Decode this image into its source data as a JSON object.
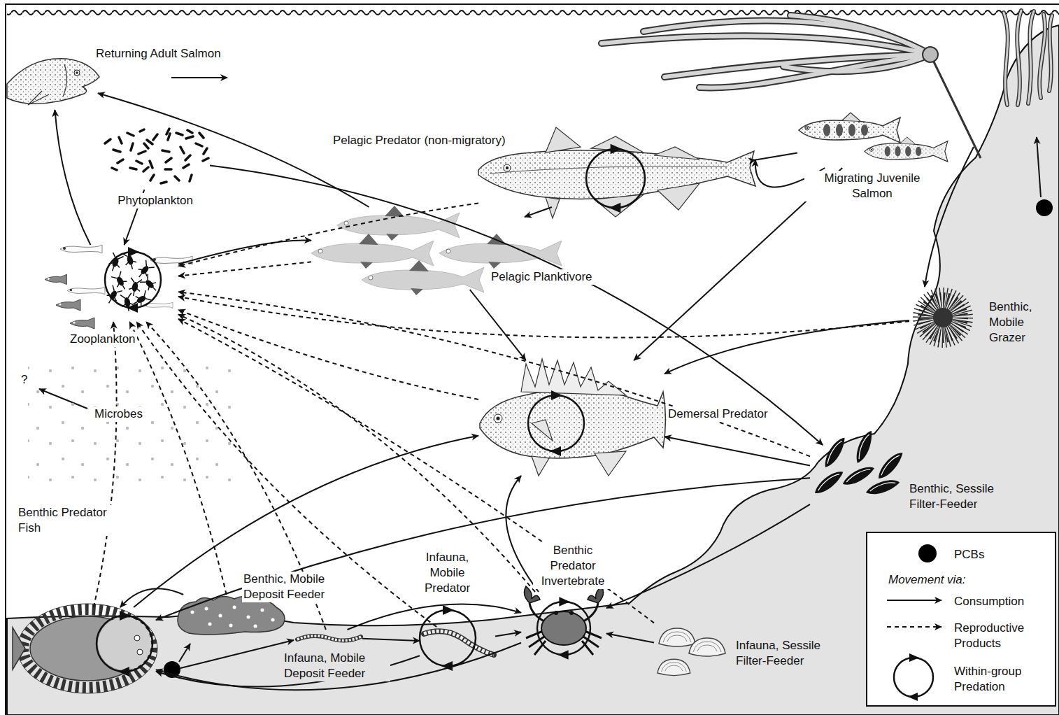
{
  "diagram": {
    "nodes": [
      {
        "text": [
          "Returning Adult Salmon"
        ]
      },
      {
        "text": [
          "Phytoplankton"
        ]
      },
      {
        "text": [
          "Pelagic Predator (non-migratory)"
        ]
      },
      {
        "text": [
          "Migrating Juvenile Salmon"
        ]
      },
      {
        "text": [
          "Pelagic Planktivore"
        ]
      },
      {
        "text": [
          "Zooplankton"
        ]
      },
      {
        "text": [
          "Benthic, Mobile Grazer"
        ]
      },
      {
        "text": [
          "Microbes"
        ]
      },
      {
        "text": [
          "Demersal Predator"
        ]
      },
      {
        "text": [
          "Benthic, Sessile Filter-Feeder"
        ]
      },
      {
        "text": [
          "Benthic Predator Fish"
        ]
      },
      {
        "text": [
          "Benthic, Mobile Deposit Feeder"
        ]
      },
      {
        "text": [
          "Infauna, Mobile Predator"
        ]
      },
      {
        "text": [
          "Benthic Predator Invertebrate"
        ]
      },
      {
        "text": [
          "Infauna, Mobile Deposit Feeder"
        ]
      },
      {
        "text": [
          "Infauna, Sessile Filter-Feeder"
        ]
      }
    ],
    "edges": [
      {
        "from": 5,
        "to": 0,
        "arrow": "to"
      },
      {
        "from": 4,
        "to": 0,
        "arrow": "to"
      },
      {
        "from": 1,
        "to": 5,
        "arrow": "to"
      },
      {
        "from": 1,
        "to": 9,
        "arrow": "to"
      },
      {
        "from": 5,
        "to": 4,
        "arrow": "to"
      },
      {
        "from": 4,
        "to": 2,
        "arrow": "to"
      },
      {
        "from": 3,
        "to": 2,
        "arrow": "to"
      },
      {
        "from": 3,
        "to": 2,
        "arrow": "to"
      },
      {
        "from": 3,
        "to": 8,
        "arrow": "to"
      },
      {
        "from": 4,
        "to": 8,
        "arrow": "to"
      },
      {
        "from": 6,
        "to": 8,
        "arrow": "to"
      },
      {
        "from": 9,
        "to": 8,
        "arrow": "to"
      },
      {
        "from": 9,
        "to": 10,
        "arrow": "to"
      },
      {
        "from": 9,
        "to": 13,
        "arrow": "to"
      },
      {
        "from": 10,
        "to": 8,
        "arrow": "to"
      },
      {
        "from": 13,
        "to": 8,
        "arrow": "to"
      },
      {
        "from": 11,
        "to": 10,
        "arrow": "to"
      },
      {
        "from": 14,
        "to": 13,
        "arrow": "to"
      },
      {
        "from": 14,
        "to": 12,
        "arrow": "to"
      },
      {
        "from": 12,
        "to": 13,
        "arrow": "to"
      },
      {
        "from": 15,
        "to": 13,
        "arrow": "to"
      },
      {
        "from": 12,
        "to": 10,
        "arrow": "to"
      },
      {
        "from": 13,
        "to": 10,
        "arrow": "to"
      },
      {
        "from": 2,
        "to": 5,
        "arrow": "to"
      },
      {
        "from": 4,
        "to": 5,
        "arrow": "to"
      },
      {
        "from": 6,
        "to": 5,
        "arrow": "to"
      },
      {
        "from": 9,
        "to": 5,
        "arrow": "to"
      },
      {
        "from": 8,
        "to": 5,
        "arrow": "to"
      },
      {
        "from": 10,
        "to": 5,
        "arrow": "to"
      },
      {
        "from": 11,
        "to": 5,
        "arrow": "to"
      },
      {
        "from": 14,
        "to": 5,
        "arrow": "to"
      },
      {
        "from": 12,
        "to": 5,
        "arrow": "to"
      },
      {
        "from": 13,
        "to": 5,
        "arrow": "to"
      },
      {
        "from": 15,
        "to": 5,
        "arrow": "to"
      }
    ],
    "labels": [
      "?",
      "Movement via:"
    ],
    "legend": [
      {
        "text": "PCBs",
        "color": "#000000"
      },
      {
        "text": "Consumption"
      },
      {
        "text": "Reproductive Products"
      },
      {
        "text": "Within-group Predation"
      }
    ]
  }
}
